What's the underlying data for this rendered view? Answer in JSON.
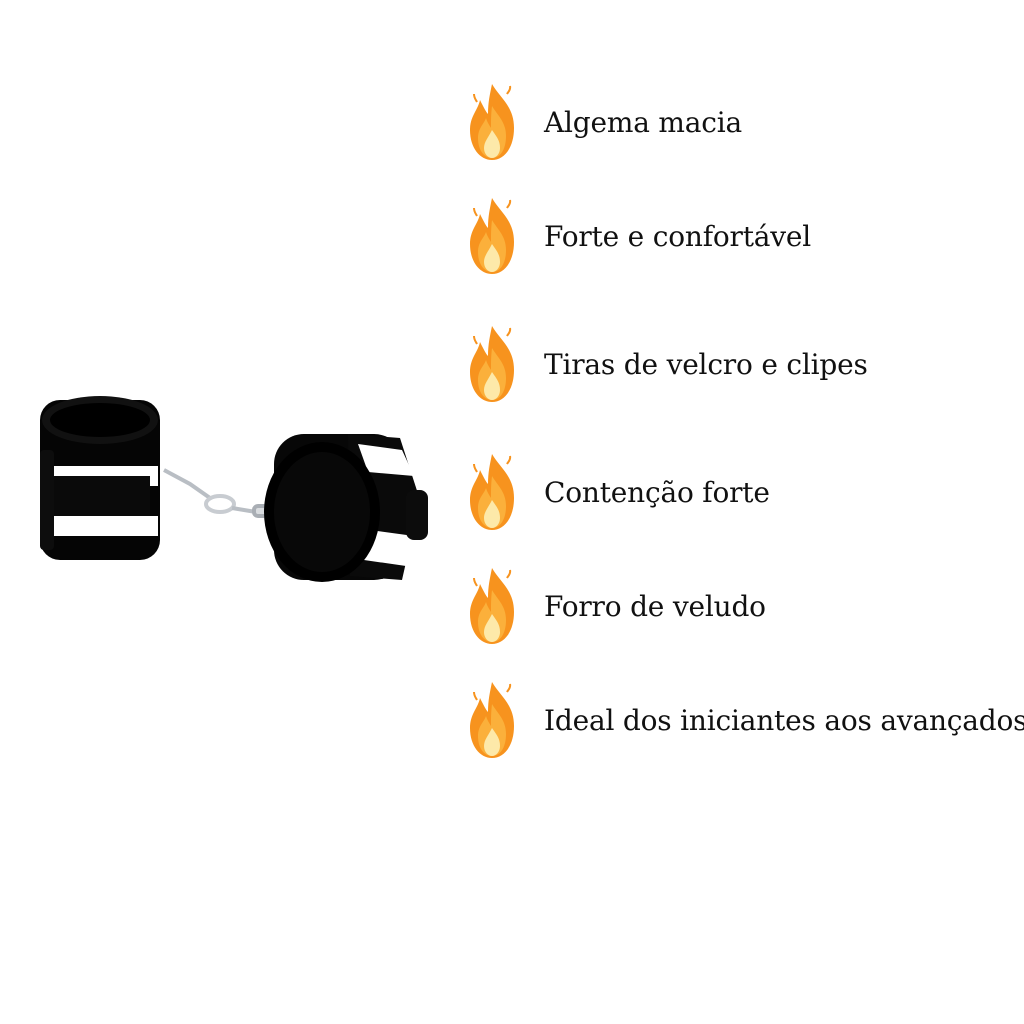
{
  "product": {
    "image_icon": "wrist-cuffs-image"
  },
  "features": {
    "icon": "fire-icon",
    "items": [
      {
        "label": "Algema macia"
      },
      {
        "label": "Forte e confortável"
      },
      {
        "label": "Tiras de velcro e clipes"
      },
      {
        "label": "Contenção forte"
      },
      {
        "label": "Forro de veludo"
      },
      {
        "label": "Ideal dos iniciantes aos avançados"
      }
    ]
  },
  "colors": {
    "background": "#ffffff",
    "text": "#111111",
    "flame_outer": "#f7931e",
    "flame_mid": "#fbb03b",
    "flame_inner": "#fde9a9",
    "cuff": "#050505",
    "stripe": "#ffffff",
    "metal": "#c8ccd1"
  }
}
